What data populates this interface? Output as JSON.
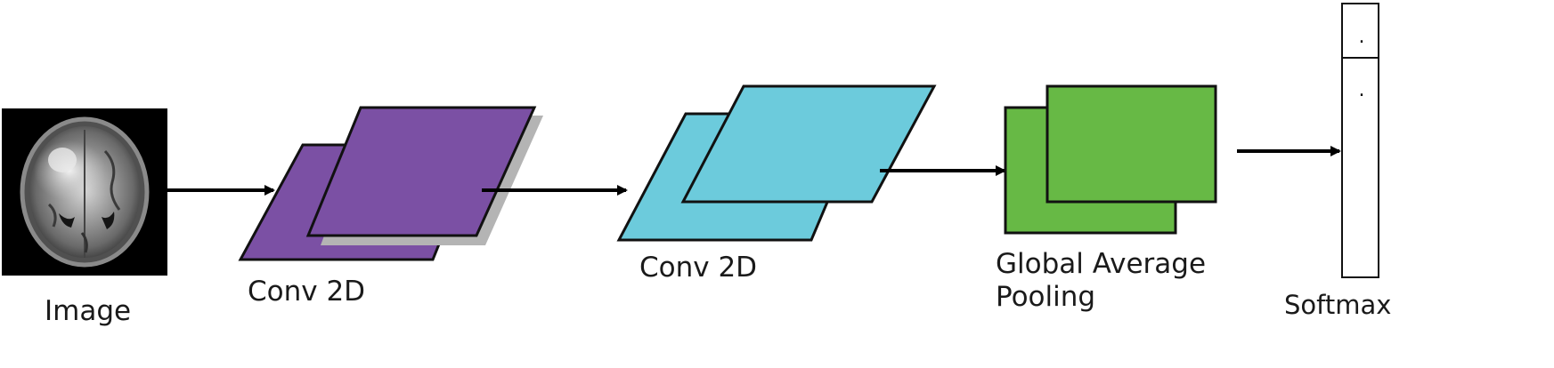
{
  "diagram": {
    "labels": {
      "image": "Image",
      "conv2d_1": "Conv 2D",
      "conv2d_2": "Conv 2D",
      "global_avg_pool": "Global Average Pooling",
      "softmax": "Softmax"
    },
    "softmax_dots": [
      ".",
      "."
    ],
    "colors": {
      "conv1_fill": "#7b50a4",
      "conv2_fill": "#6ccbdc",
      "gap_fill": "#67b945",
      "shadow": "#b4b4b4",
      "stroke": "#111111",
      "arrow": "#000000"
    }
  }
}
